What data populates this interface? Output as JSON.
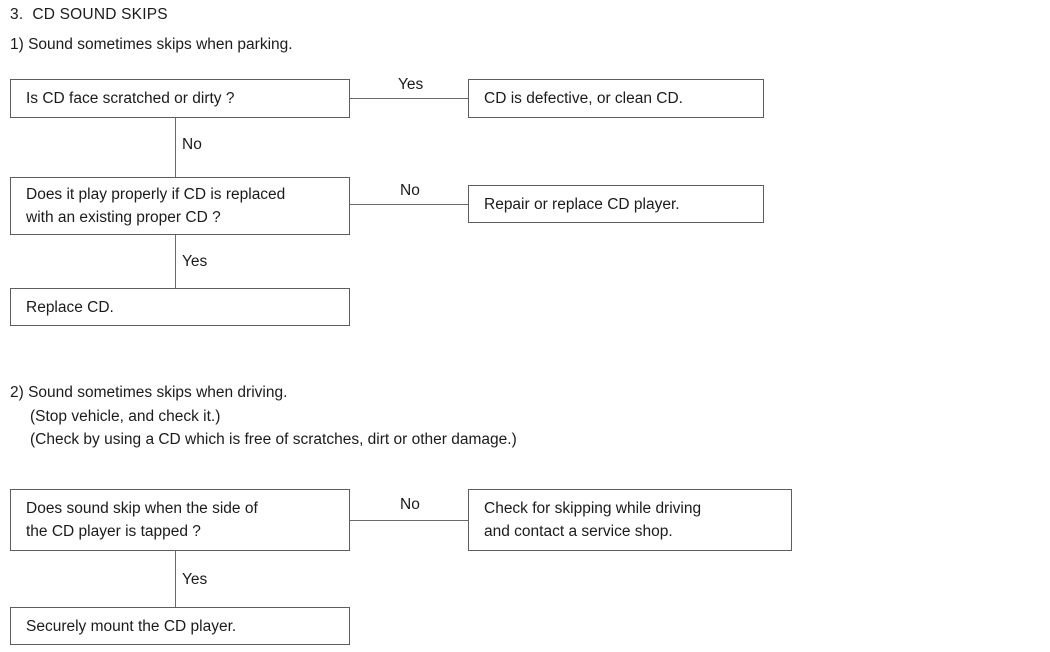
{
  "document": {
    "section_number": "3.",
    "section_title": "3.  CD SOUND SKIPS"
  },
  "blocks": {
    "case1_intro": "1) Sound sometimes skips when parking.",
    "case2_intro_line1": "2) Sound sometimes skips when driving.",
    "case2_intro_line2": "(Stop vehicle, and check it.)",
    "case2_intro_line3": "(Check by using a CD which is free of scratches, dirt or other damage.)"
  },
  "flow1": {
    "decision1": "Is CD face scratched or dirty ?",
    "decision1_yes_label": "Yes",
    "decision1_yes_result": "CD is defective, or clean CD.",
    "decision1_no_label": "No",
    "decision2_line1": "Does it play properly if CD is replaced",
    "decision2_line2": "with an existing proper CD ?",
    "decision2_no_label": "No",
    "decision2_no_result": "Repair or replace CD player.",
    "decision2_yes_label": "Yes",
    "decision2_yes_result": "Replace CD."
  },
  "flow2": {
    "decision1_line1": "Does sound skip when the side of",
    "decision1_line2": "the CD player is tapped ?",
    "decision1_no_label": "No",
    "decision1_no_result_line1": "Check for skipping while driving",
    "decision1_no_result_line2": "and contact a service shop.",
    "decision1_yes_label": "Yes",
    "decision1_yes_result": "Securely mount the CD player."
  },
  "colors": {
    "text": "#1b1b1b",
    "border": "#5d5d5d",
    "connector": "#6a6a6a",
    "background": "#ffffff"
  }
}
